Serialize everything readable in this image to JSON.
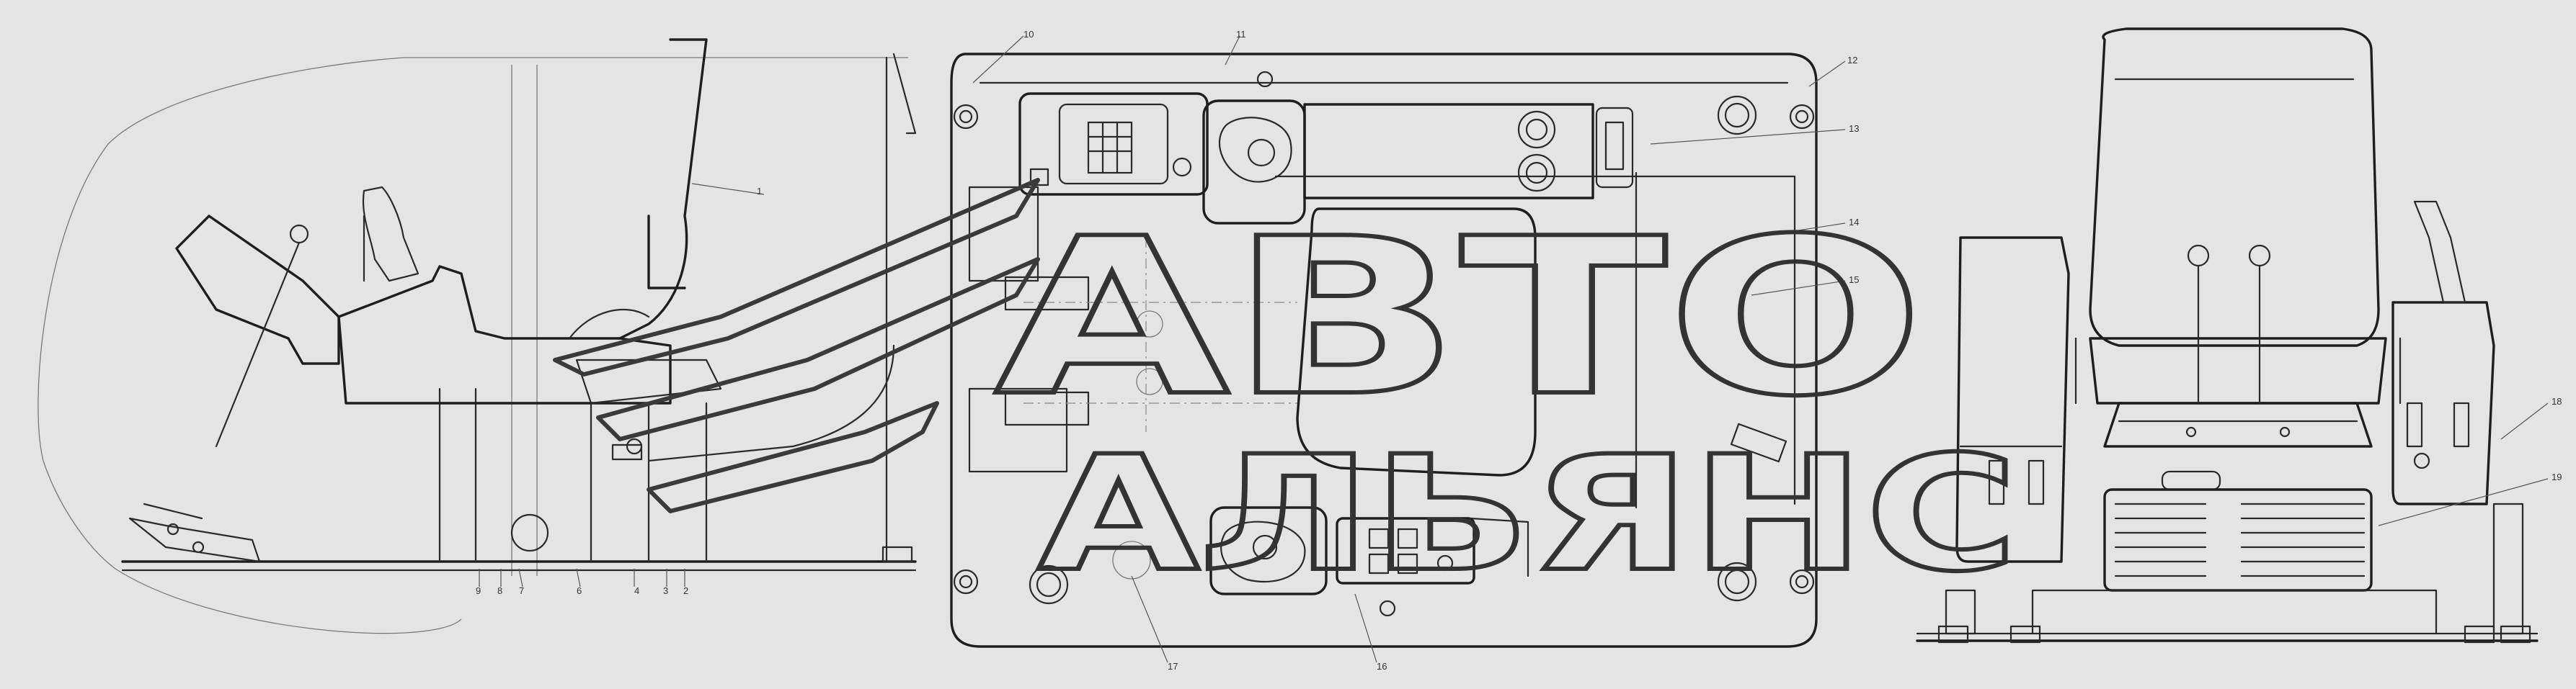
{
  "drawing": {
    "callouts": [
      {
        "id": "1",
        "label": "1"
      },
      {
        "id": "2",
        "label": "2"
      },
      {
        "id": "3",
        "label": "3"
      },
      {
        "id": "4",
        "label": "4"
      },
      {
        "id": "6",
        "label": "6"
      },
      {
        "id": "7",
        "label": "7"
      },
      {
        "id": "8",
        "label": "8"
      },
      {
        "id": "9",
        "label": "9"
      },
      {
        "id": "10",
        "label": "10"
      },
      {
        "id": "11",
        "label": "11"
      },
      {
        "id": "12",
        "label": "12"
      },
      {
        "id": "13",
        "label": "13"
      },
      {
        "id": "14",
        "label": "14"
      },
      {
        "id": "15",
        "label": "15"
      },
      {
        "id": "16",
        "label": "16"
      },
      {
        "id": "17",
        "label": "17"
      },
      {
        "id": "18",
        "label": "18"
      },
      {
        "id": "19",
        "label": "19"
      }
    ]
  },
  "watermark": {
    "line1": "АВТО",
    "line2": "АЛЬЯНС"
  },
  "colors": {
    "background": "#e4e4e4",
    "line": "#2a2a2a"
  }
}
